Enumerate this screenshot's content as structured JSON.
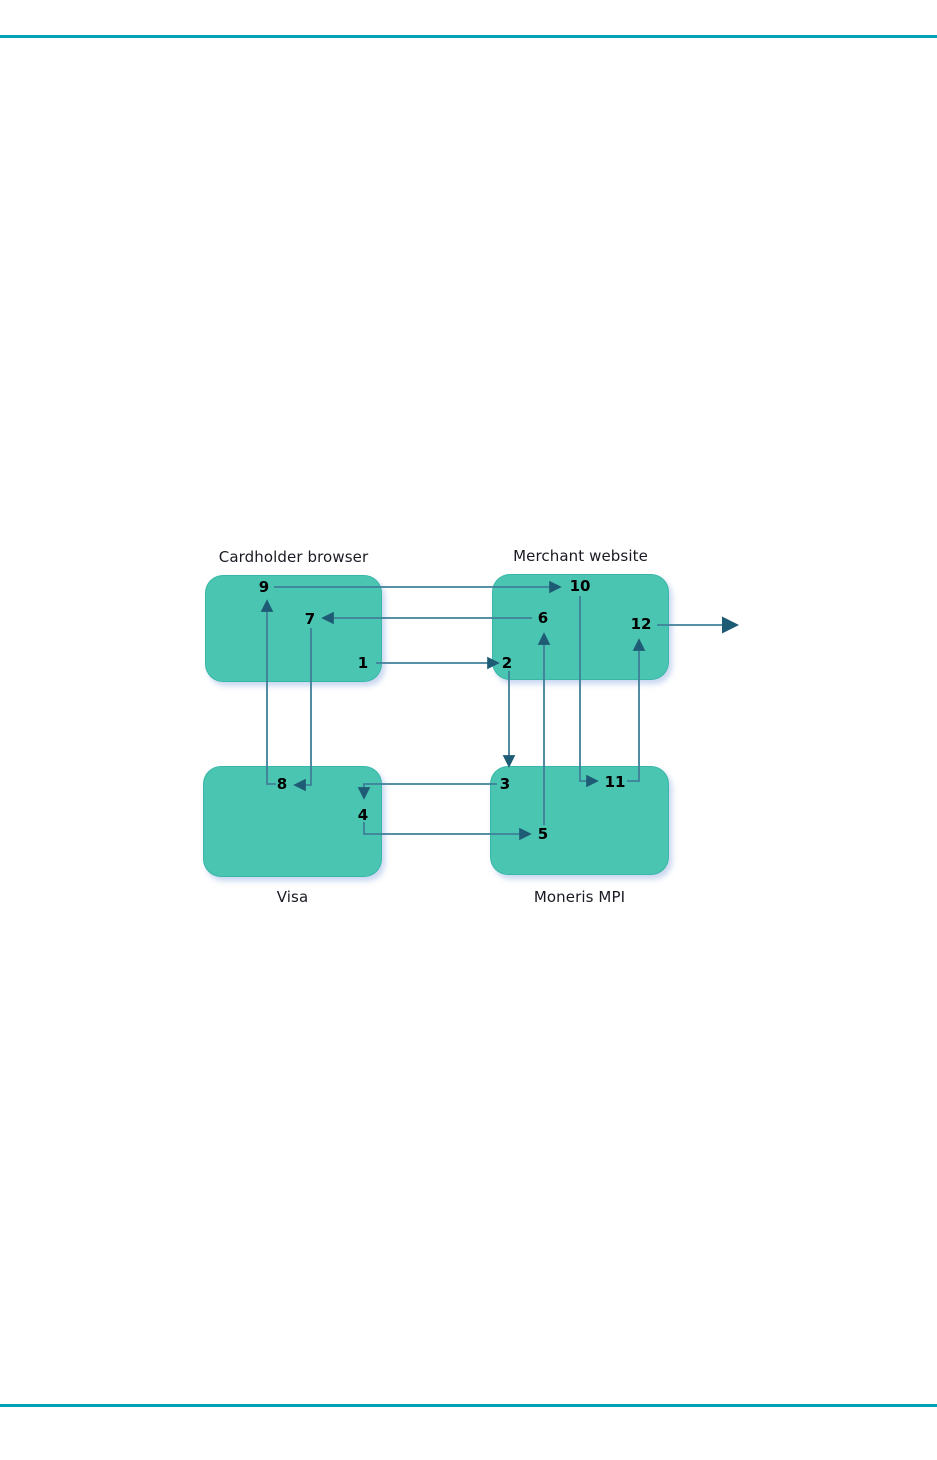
{
  "colors": {
    "page_background": "#ffffff",
    "page_rule": "#00A1B5",
    "node_fill": "#4AC5B2",
    "arrow_line": "#3F7F98",
    "arrow_head": "#1E5B74",
    "exit_arrow_head": "#1D5B75",
    "step_number": "#000000",
    "node_label": "#1a1a24"
  },
  "diagram": {
    "nodes": [
      {
        "id": "cardholder-browser",
        "label": "Cardholder browser"
      },
      {
        "id": "merchant-website",
        "label": "Merchant website"
      },
      {
        "id": "visa",
        "label": "Visa"
      },
      {
        "id": "moneris-mpi",
        "label": "Moneris MPI"
      }
    ],
    "steps": [
      "1",
      "2",
      "3",
      "4",
      "5",
      "6",
      "7",
      "8",
      "9",
      "10",
      "11",
      "12"
    ],
    "flow": [
      {
        "step": "1",
        "from": "cardholder-browser",
        "to": "merchant-website"
      },
      {
        "step": "2",
        "from": "merchant-website",
        "to": "moneris-mpi"
      },
      {
        "step": "3",
        "from": "moneris-mpi",
        "to": "visa"
      },
      {
        "step": "4",
        "from": "visa",
        "to": "moneris-mpi"
      },
      {
        "step": "5",
        "from": "moneris-mpi",
        "to": "merchant-website"
      },
      {
        "step": "6",
        "from": "merchant-website",
        "to": "cardholder-browser"
      },
      {
        "step": "7",
        "from": "cardholder-browser",
        "to": "visa"
      },
      {
        "step": "8",
        "from": "visa",
        "to": "cardholder-browser"
      },
      {
        "step": "9",
        "from": "cardholder-browser",
        "to": "merchant-website"
      },
      {
        "step": "10",
        "from": "merchant-website",
        "to": "moneris-mpi"
      },
      {
        "step": "11",
        "from": "moneris-mpi",
        "to": "merchant-website"
      },
      {
        "step": "12",
        "from": "merchant-website",
        "to": "external"
      }
    ]
  }
}
